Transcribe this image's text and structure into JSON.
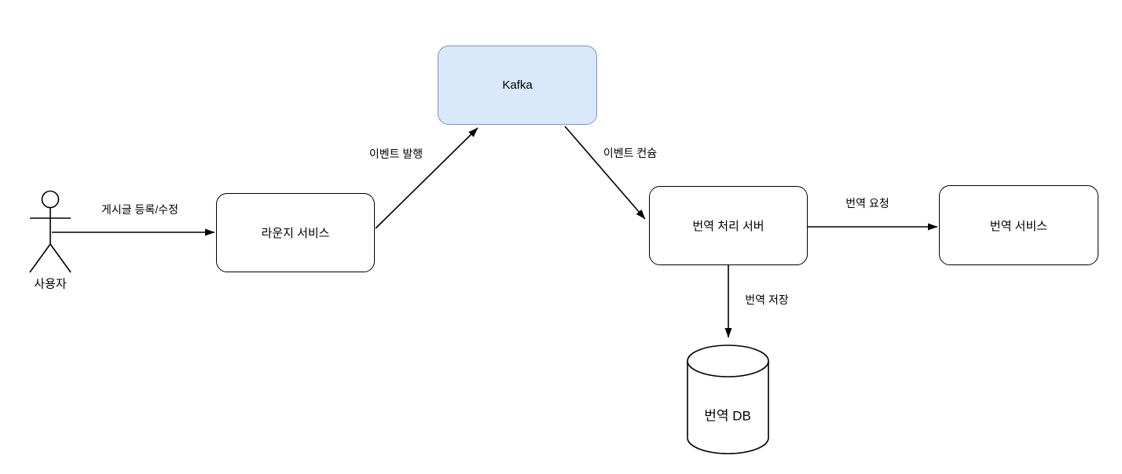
{
  "diagram": {
    "background_color": "#ffffff",
    "line_color": "#000000",
    "actor": {
      "label": "사용자"
    },
    "nodes": {
      "lounge_service": {
        "label": "라운지 서비스",
        "fill": "#ffffff",
        "stroke": "#000000"
      },
      "kafka": {
        "label": "Kafka",
        "fill": "#dae8fc",
        "stroke": "#7b93bd"
      },
      "translation_server": {
        "label": "번역 처리 서버",
        "fill": "#ffffff",
        "stroke": "#000000"
      },
      "translation_service": {
        "label": "번역 서비스",
        "fill": "#ffffff",
        "stroke": "#000000"
      },
      "translation_db": {
        "label": "번역 DB",
        "fill": "#ffffff",
        "stroke": "#000000",
        "shape": "cylinder"
      }
    },
    "edges": {
      "register_post": {
        "label": "게시글 등록/수정",
        "from": "사용자",
        "to": "라운지 서비스"
      },
      "event_publish": {
        "label": "이벤트 발행",
        "from": "라운지 서비스",
        "to": "Kafka"
      },
      "event_consume": {
        "label": "이벤트 컨슘",
        "from": "Kafka",
        "to": "번역 처리 서버"
      },
      "translation_request": {
        "label": "번역 요청",
        "from": "번역 처리 서버",
        "to": "번역 서비스"
      },
      "translation_save": {
        "label": "번역 저장",
        "from": "번역 처리 서버",
        "to": "번역 DB"
      }
    }
  }
}
